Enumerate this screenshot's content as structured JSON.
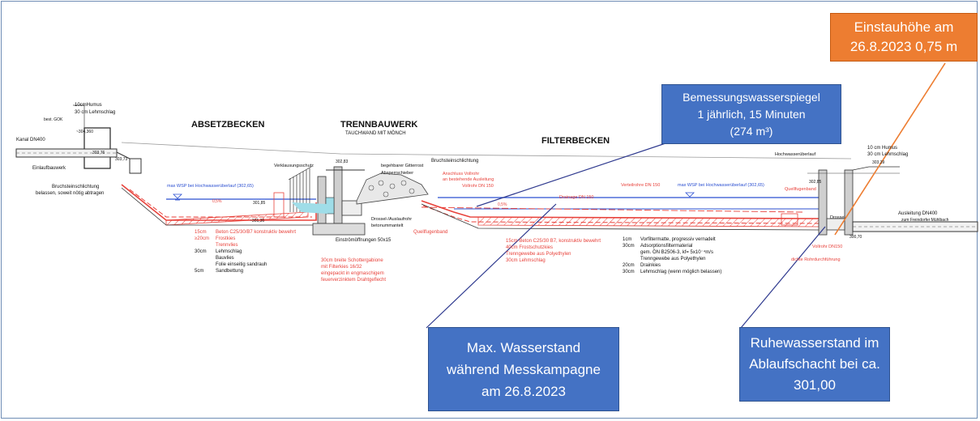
{
  "colors": {
    "callout_blue": "#4472c4",
    "callout_orange": "#ed7d31",
    "drawing_red": "#e8423b",
    "water_blue": "#2b4fd1",
    "water_fill": "#9fdde8"
  },
  "callouts": {
    "einstau": {
      "line1": "Einstauhöhe am",
      "line2": "26.8.2023 0,75 m"
    },
    "bemessung": {
      "line1": "Bemessungswasserspiegel",
      "line2": "1 jährlich, 15 Minuten",
      "line3": "(274 m³)"
    },
    "max_wasserstand": {
      "line1": "Max. Wasserstand",
      "line2": "während Messkampagne",
      "line3": "am 26.8.2023"
    },
    "ruhewasser": {
      "line1": "Ruhewasserstand im",
      "line2": "Ablaufschacht bei ca.",
      "line3": "301,00"
    }
  },
  "sections": {
    "absetzbecken": "ABSETZBECKEN",
    "trennbauwerk": "TRENNBAUWERK",
    "trennbauwerk_sub": "TAUCHWAND MIT MÖNCH",
    "filterbecken": "FILTERBECKEN"
  },
  "labels": {
    "humus_left": "10cmHumus",
    "lehm_left": "30 cm Lehmschlag",
    "best_gok": "best. GOK",
    "elev_304": "~304,360",
    "kanal": "Kanal DN400",
    "elev_303_76": "303,76",
    "elev_303_73": "303,73",
    "einlauf": "Einlaufbauwerk",
    "bruchstein_left": "Bruchsteinschlichtung",
    "belassen": "belassen, soweit nötig abtragen",
    "verklausung": "Verklausungsschutz",
    "elev_302_83": "302,83",
    "gitterrost": "begehbarer Gitterrost",
    "absperr": "Absperrschieber",
    "bruchstein_mid": "Bruchsteinschlichtung",
    "anschluss1": "Anschluss Vollrohr",
    "anschluss2": "an bestehende Ausleitung",
    "vollrohr": "Vollrohr DN 150",
    "wsp_left": "max WSP bei Hochwasserüberlauf (302,65)",
    "wsp_right": "max WSP bei Hochwasserüberlauf (302,65)",
    "elev_301_85": "301,85",
    "elev_301_36": "~301,36",
    "slope_left": "0,5%",
    "slope_mid": "0,5%",
    "drossel1": "Drossel-/Auslaufrohr",
    "drossel2": "betonummantelt",
    "einstroem": "Einströmöffnungen 50x15",
    "drainage": "Drainage DN 150",
    "verteil": "Verteilrohre DN 150",
    "quellfugen_mid": "Quellfugenband",
    "hochwasser": "Hochwasserüberlauf",
    "elev_302_85": "302,85",
    "quellfugen_right": "Quellfugenband",
    "drossel_r": "Drossel",
    "humus_right": "10 cm Humus",
    "lehm_right": "30 cm Lehmschlag",
    "elev_303_39": "303,39",
    "ausleitung1": "Ausleitung DN400",
    "ausleitung2": "zum Freindorfer Mühlbach",
    "elev_300_70": "300,70",
    "vollrohr_r": "Vollrohr DN150",
    "rohrdurch": "dichte Rohrdurchführung"
  },
  "layers_left": [
    {
      "thickness": "15cm",
      "text": "Beton C25/30/B7 konstruktiv bewehrt"
    },
    {
      "thickness": "≥20cm",
      "text": "Frostkies"
    },
    {
      "thickness": "",
      "text": "Trennvlies"
    },
    {
      "thickness": "30cm",
      "text": "Lehmschlag"
    },
    {
      "thickness": "",
      "text": "Bauvlies"
    },
    {
      "thickness": "",
      "text": "Folie einseitig sandrauh"
    },
    {
      "thickness": "5cm",
      "text": "Sandbettung"
    }
  ],
  "schotter": [
    "30cm breite Schottergabione",
    "mit Filterkies 16/32",
    "eingepackt in engmaschigem",
    "feuerverzinktem Drahtgeflecht"
  ],
  "layers_mid": [
    "15cm Beton C25/30 B7, konstruktiv bewehrt",
    "40cm Frostschutzkies",
    "Trenngewebe aus Polyethylen",
    "30cm Lehmschlag"
  ],
  "layers_right": [
    {
      "thickness": "1cm",
      "text": "Vorfiltermatte, progressiv vernadelt"
    },
    {
      "thickness": "30cm",
      "text": "Adsorptionsfiltermaterial"
    },
    {
      "thickness": "",
      "text": "gem. ÖN B2506-3, kf= 5x10⁻⁴m/s"
    },
    {
      "thickness": "",
      "text": "Trenngewebe aus Polyethylen"
    },
    {
      "thickness": "20cm",
      "text": "Drainkies"
    },
    {
      "thickness": "30cm",
      "text": "Lehmschlag (wenn möglich belassen)"
    }
  ]
}
